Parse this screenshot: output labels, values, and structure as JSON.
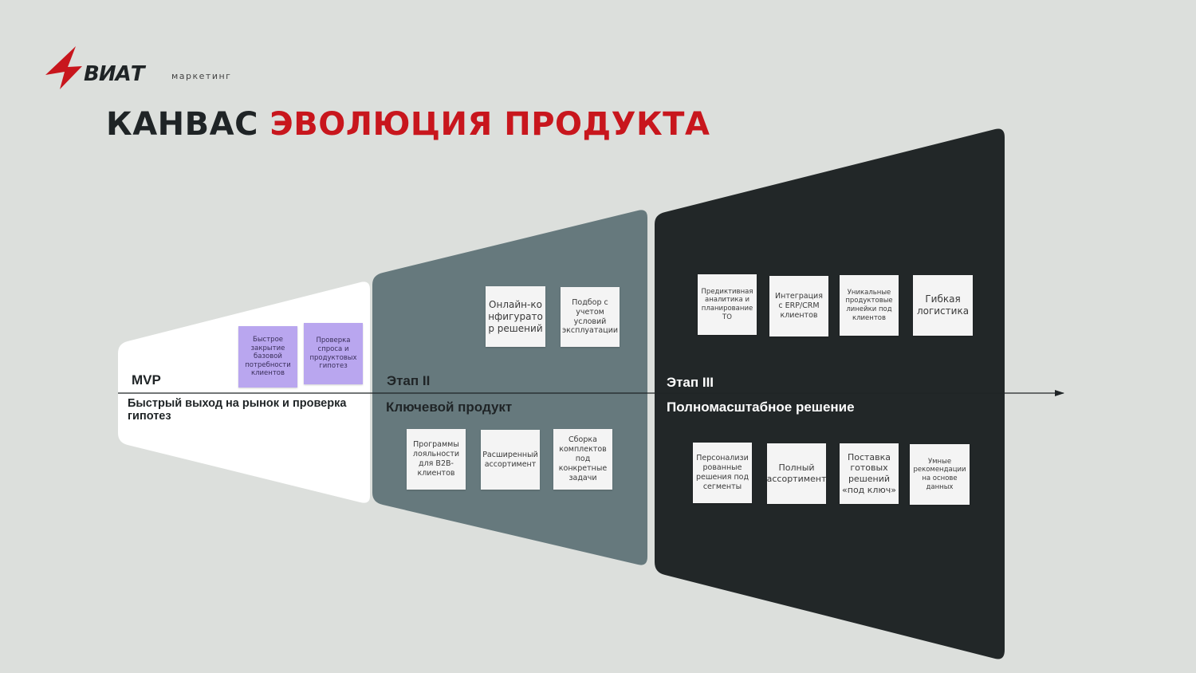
{
  "logo": {
    "word": "ВИАТ",
    "sub": "маркетинг"
  },
  "title": {
    "part1": "КАНВАС",
    "part2": "ЭВОЛЮЦИЯ ПРОДУКТА"
  },
  "colors": {
    "accent": "#c8161d",
    "dark": "#1f2426",
    "stage2": "#66797d",
    "stage3": "#222728",
    "mvp": "#ffffff",
    "note_purple": "#b9a6ef"
  },
  "stages": {
    "mvp": {
      "name": "MVP",
      "description": "Быстрый выход на рынок и проверка гипотез",
      "notes": [
        "Быстрое закрытие базовой потребности клиентов",
        "Проверка спроса и продуктовых гипотез"
      ]
    },
    "stage2": {
      "name": "Этап II",
      "description": "Ключевой продукт",
      "notes_top": [
        "Онлайн-ко нфигурато р решений",
        "Подбор с учетом условий эксплуатации"
      ],
      "notes_bottom": [
        "Программы лояльности для B2B-клиентов",
        "Расширенный ассортимент",
        "Сборка комплектов под конкретные задачи"
      ]
    },
    "stage3": {
      "name": "Этап III",
      "description": "Полномасштабное решение",
      "notes_top": [
        "Предиктивная аналитика и планирование ТО",
        "Интеграция с ERP/CRM клиентов",
        "Уникальные продуктовые линейки под клиентов",
        "Гибкая логистика"
      ],
      "notes_bottom": [
        "Персонализи рованные решения под сегменты",
        "Полный ассортимент",
        "Поставка готовых решений «под ключ»",
        "Умные рекомендации на основе данных"
      ]
    }
  }
}
